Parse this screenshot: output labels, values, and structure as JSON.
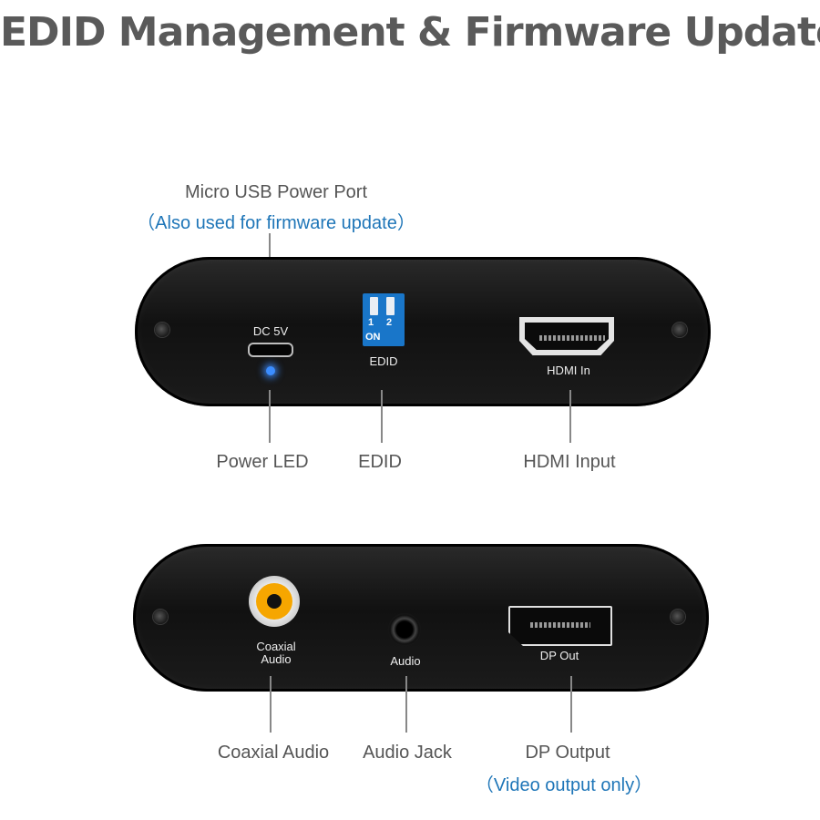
{
  "title": "EDID Management & Firmware Update",
  "callouts": {
    "usb_port": "Micro USB Power Port",
    "usb_note": "（Also used for firmware update）",
    "power_led": "Power LED",
    "edid": "EDID",
    "hdmi_input": "HDMI Input",
    "coaxial_audio": "Coaxial Audio",
    "audio_jack": "Audio Jack",
    "dp_output": "DP Output",
    "dp_note": "（Video output only）"
  },
  "panel_top": {
    "dc_label": "DC 5V",
    "dip_on": "ON",
    "dip_1": "1",
    "dip_2": "2",
    "edid_label": "EDID",
    "hdmi_label": "HDMI In"
  },
  "panel_bottom": {
    "coax_label_1": "Coaxial",
    "coax_label_2": "Audio",
    "audio_label": "Audio",
    "dp_label": "DP Out"
  },
  "colors": {
    "note_blue": "#1f76b8",
    "led_blue": "#3b8dff",
    "dip_blue": "#1976c9",
    "rca_orange": "#f6a600"
  }
}
